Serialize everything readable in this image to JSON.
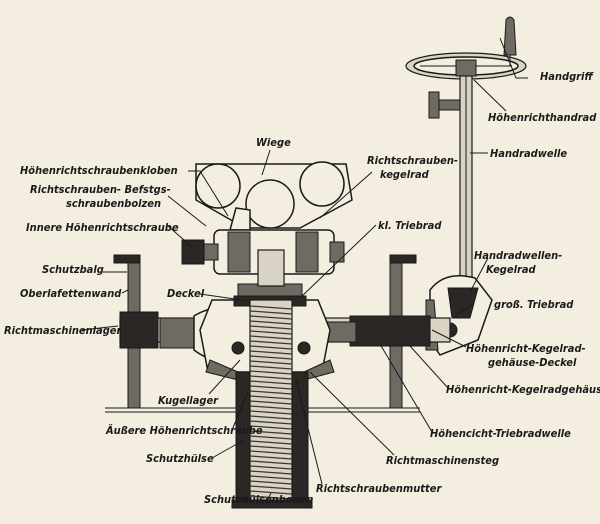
{
  "labels": {
    "handgriff": "Handgriff",
    "hoehenrichthandrad": "Höhenrichthandrad",
    "handradwelle": "Handradwelle",
    "wiege": "Wiege",
    "richtschrauben_kegelrad_1": "Richtschrauben-",
    "richtschrauben_kegelrad_2": "kegelrad",
    "hoehenrichtschraubenkloben": "Höhenrichtschraubenkloben",
    "befestigungsbolzen_1": "Richtschrauben- Befstgs-",
    "befestigungsbolzen_2": "schraubenbolzen",
    "innere_hoehenrichtschraube": "Innere Höhenrichtschraube",
    "kl_triebrad": "kl. Triebrad",
    "handradwellen_kegelrad_1": "Handradwellen-",
    "handradwellen_kegelrad_2": "Kegelrad",
    "schutzbalg": "Schutzbalg",
    "oberlafettenwand": "Oberlafettenwand",
    "deckel": "Deckel",
    "gross_triebrad": "groß. Triebrad",
    "richtmaschinenlager": "Richtmaschinenlager",
    "kegelradgehaeuse_deckel_1": "Höhenricht-Kegelrad-",
    "kegelradgehaeuse_deckel_2": "gehäuse-Deckel",
    "kegelradgehaeuse": "Höhenricht-Kegelradgehäuse",
    "kugellager": "Kugellager",
    "triebradwelle": "Höhencicht-Triebradwelle",
    "aeussere_hoehenrichtschraube": "Äußere Höhenrichtschraube",
    "richtmaschinensteg": "Richtmaschinensteg",
    "schutzhuelse": "Schutzhülse",
    "richtschraubenmutter": "Richtschraubenmutter",
    "schutzhuelsenboden": "Schutzhülsenboden"
  }
}
